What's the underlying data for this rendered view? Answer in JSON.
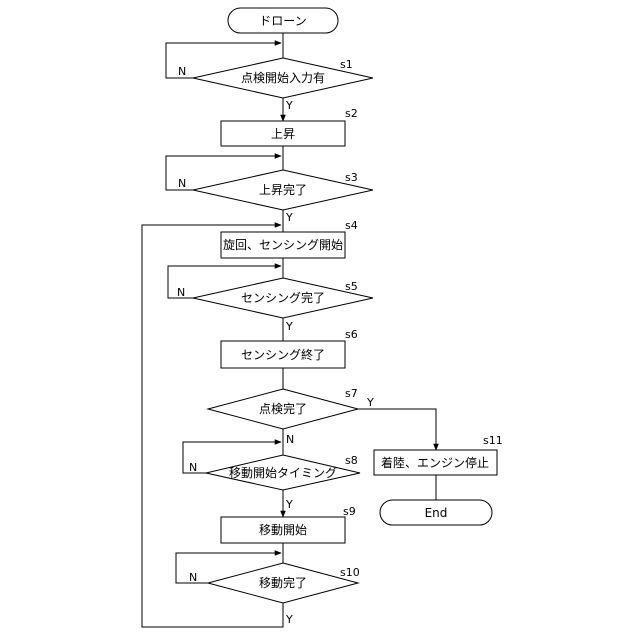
{
  "flowchart": {
    "start": "ドローン",
    "s1": {
      "step": "s1",
      "label": "点検開始入力有"
    },
    "s2": {
      "step": "s2",
      "label": "上昇"
    },
    "s3": {
      "step": "s3",
      "label": "上昇完了"
    },
    "s4": {
      "step": "s4",
      "label": "旋回、センシング開始"
    },
    "s5": {
      "step": "s5",
      "label": "センシング完了"
    },
    "s6": {
      "step": "s6",
      "label": "センシング終了"
    },
    "s7": {
      "step": "s7",
      "label": "点検完了"
    },
    "s8": {
      "step": "s8",
      "label": "移動開始タイミング"
    },
    "s9": {
      "step": "s9",
      "label": "移動開始"
    },
    "s10": {
      "step": "s10",
      "label": "移動完了"
    },
    "s11": {
      "step": "s11",
      "label": "着陸、エンジン停止"
    },
    "end": "End",
    "yes_label": "Y",
    "no_label": "N"
  }
}
